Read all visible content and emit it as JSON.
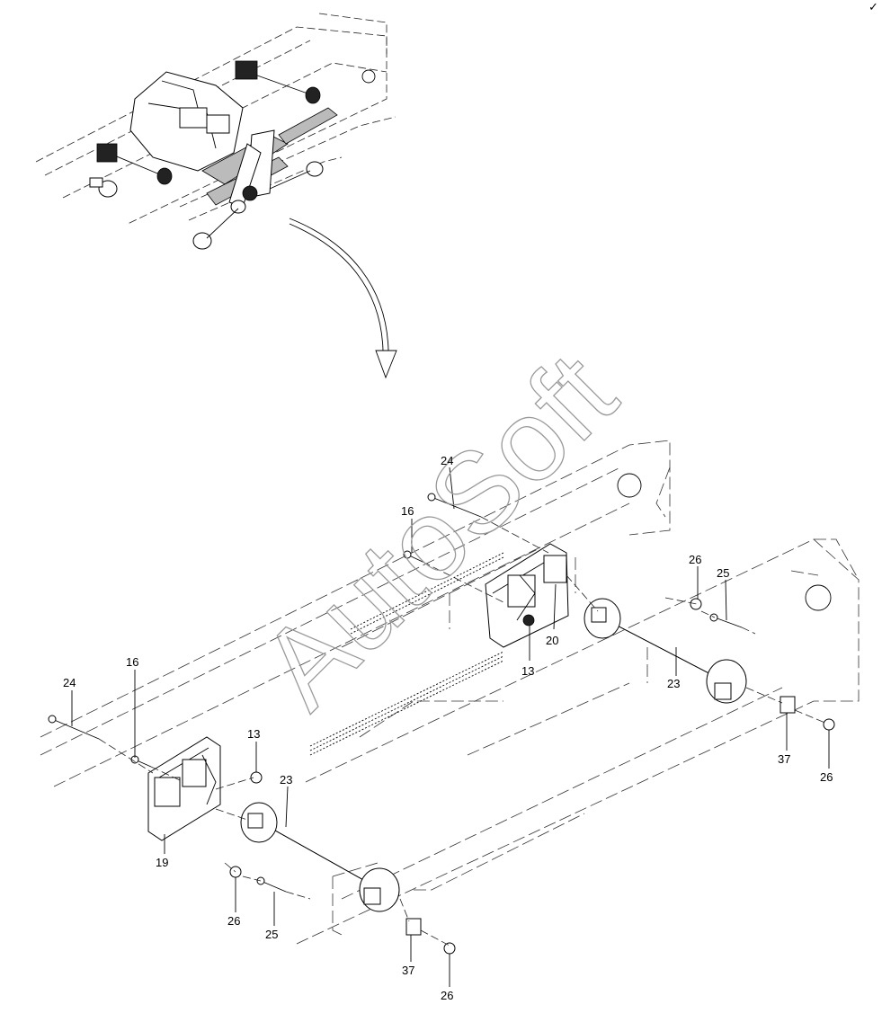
{
  "watermark": "AutoSoft",
  "corner_mark": "✓",
  "callouts": [
    {
      "key": "c24a",
      "label": "24"
    },
    {
      "key": "c16a",
      "label": "16"
    },
    {
      "key": "c26a",
      "label": "26"
    },
    {
      "key": "c25a",
      "label": "25"
    },
    {
      "key": "c20",
      "label": "20"
    },
    {
      "key": "c13a",
      "label": "13"
    },
    {
      "key": "c23a",
      "label": "23"
    },
    {
      "key": "c37a",
      "label": "37"
    },
    {
      "key": "c26b",
      "label": "26"
    },
    {
      "key": "c24b",
      "label": "24"
    },
    {
      "key": "c16b",
      "label": "16"
    },
    {
      "key": "c13b",
      "label": "13"
    },
    {
      "key": "c23b",
      "label": "23"
    },
    {
      "key": "c19",
      "label": "19"
    },
    {
      "key": "c26c",
      "label": "26"
    },
    {
      "key": "c25b",
      "label": "25"
    },
    {
      "key": "c37b",
      "label": "37"
    },
    {
      "key": "c26d",
      "label": "26"
    }
  ]
}
